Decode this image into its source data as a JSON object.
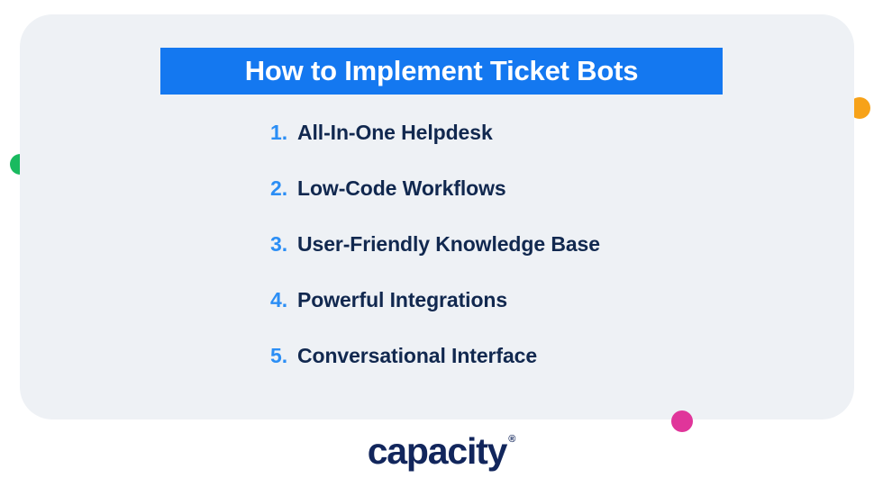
{
  "banner": {
    "title": "How to Implement Ticket Bots",
    "background_color": "#1478f0",
    "text_color": "#ffffff"
  },
  "card": {
    "background_color": "#eef1f5"
  },
  "list": {
    "number_color": "#2b8ef5",
    "text_color": "#11284f",
    "items": [
      {
        "number": "1.",
        "label": "All-In-One Helpdesk"
      },
      {
        "number": "2.",
        "label": "Low-Code Workflows"
      },
      {
        "number": "3.",
        "label": "User-Friendly Knowledge Base"
      },
      {
        "number": "4.",
        "label": "Powerful Integrations"
      },
      {
        "number": "5.",
        "label": "Conversational Interface"
      }
    ]
  },
  "logo": {
    "wordmark": "capacity",
    "registered_mark": "®",
    "color": "#12265c"
  },
  "decorations": {
    "dots": [
      {
        "name": "green-dot",
        "color": "#19ba5f"
      },
      {
        "name": "orange-dot",
        "color": "#f7a219"
      },
      {
        "name": "magenta-dot",
        "color": "#e0359a"
      }
    ]
  }
}
